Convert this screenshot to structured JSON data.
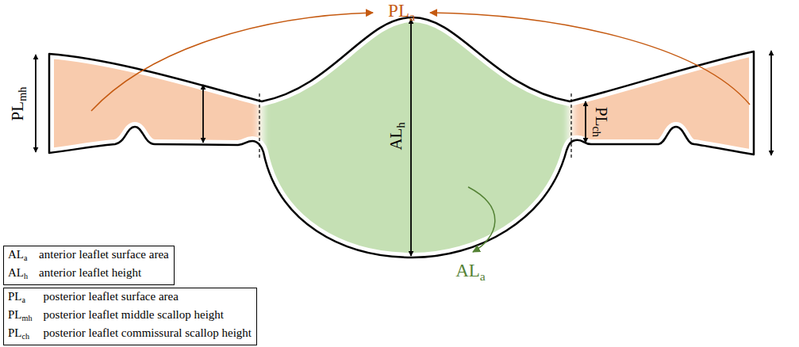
{
  "diagram": {
    "nodes": [
      {
        "text": [
          "AL",
          "a",
          "anterior leaflet surface area",
          "AL",
          "h",
          "anterior leaflet height"
        ]
      },
      {
        "text": [
          "PL",
          "a",
          "posterior leaflet surface area",
          "PL",
          "mh",
          "posterior leaflet middle scallop height",
          "PL",
          "ch",
          "posterior leaflet commissural scallop height"
        ]
      }
    ],
    "labels": [
      "PL",
      "a",
      "PL",
      "mh",
      "AL",
      "h",
      "PL",
      "ch",
      "AL",
      "a"
    ]
  }
}
